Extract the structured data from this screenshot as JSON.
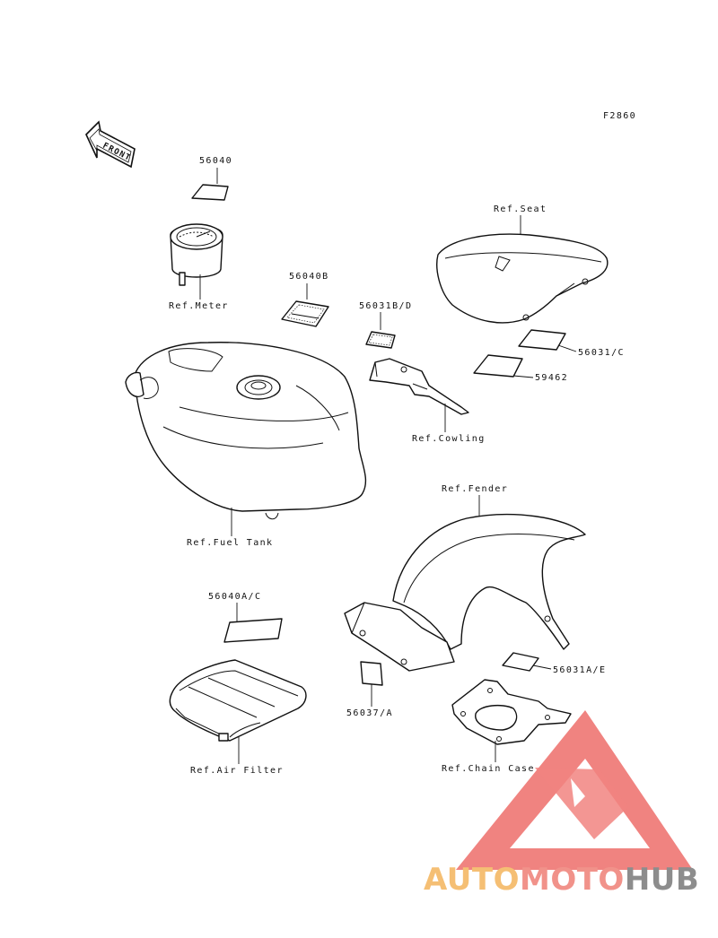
{
  "figure_code": "F2860",
  "front_arrow_label": "FRONT",
  "labels": {
    "p56040": "56040",
    "ref_meter": "Ref.Meter",
    "p56040b": "56040B",
    "p56031bd": "56031B/D",
    "ref_seat": "Ref.Seat",
    "p56031c": "56031/C",
    "p59462": "59462",
    "ref_cowling": "Ref.Cowling",
    "ref_fuel_tank": "Ref.Fuel Tank",
    "ref_fender": "Ref.Fender",
    "p56040ac": "56040A/C",
    "p56031ae": "56031A/E",
    "p56037a": "56037/A",
    "ref_air_filter": "Ref.Air Filter",
    "ref_chain_case": "Ref.Chain Case"
  },
  "watermark": {
    "part1": "AUTO",
    "part2": "MOTO",
    "part3": "HUB",
    "colors": {
      "auto": "#f4b45c",
      "moto": "#ef7f76",
      "hub": "#7a7a7a",
      "triangle": "#ee6e6a"
    }
  }
}
